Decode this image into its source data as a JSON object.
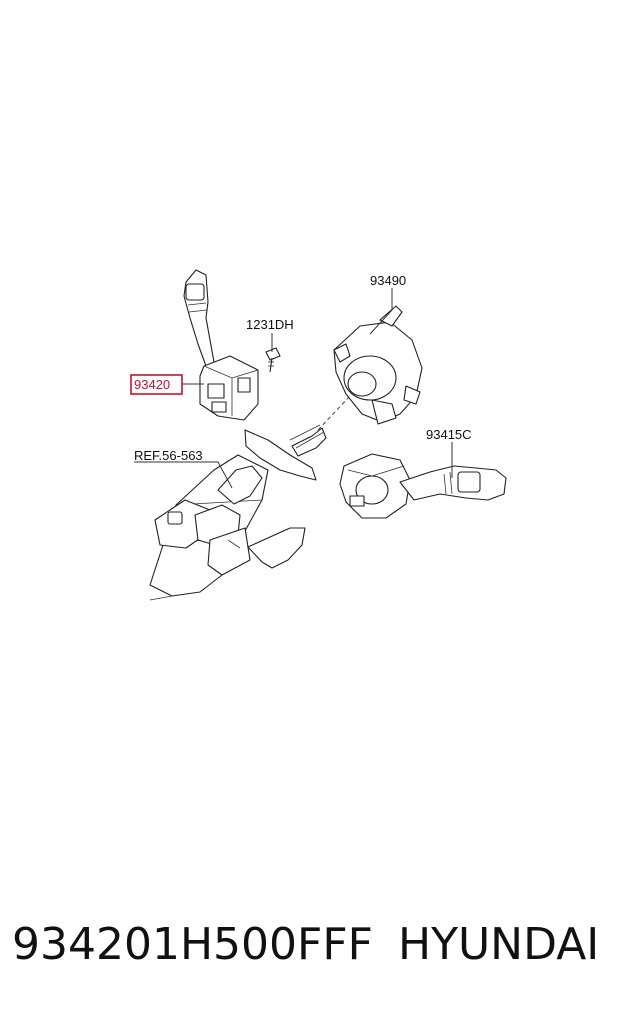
{
  "callouts": {
    "part_93420": "93420",
    "part_1231DH": "1231DH",
    "part_93490": "93490",
    "part_93415C": "93415C",
    "ref": "REF.56-563"
  },
  "highlight_color": "#c8102e",
  "footer": {
    "part_number": "934201H500FFF",
    "brand": "HYUNDAI"
  }
}
